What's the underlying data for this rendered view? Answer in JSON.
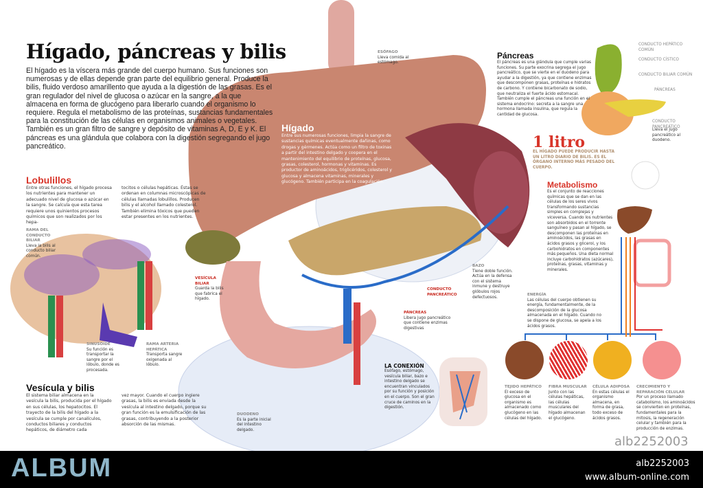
{
  "title": "Hígado, páncreas y bilis",
  "intro": "El hígado es la víscera más grande del cuerpo humano. Sus funciones son numerosas y de ellas depende gran parte del equilibrio general. Produce la bilis, fluido verdoso amarillento que ayuda a la digestión de las grasas. Es el gran regulador del nivel de glucosa o azúcar en la sangre, a la que almacena en forma de glucógeno para liberarlo cuando el organismo lo requiere. Regula el metabolismo de las proteínas, sustancias fundamentales para la constitución de las células en organismos animales o vegetales. También es un gran filtro de sangre y depósito de vitaminas A, D, E y K. El páncreas es una glándula que colabora con la digestión segregando el jugo pancreático.",
  "higado": {
    "title": "Hígado",
    "text": "Entre sus numerosas funciones, limpia la sangre de sustancias químicas eventualmente dañinas, como drogas y gérmenes. Actúa como un filtro de toxinas a partir del intestino delgado y coopera en el mantenimiento del equilibrio de proteínas, glucosa, grasas, colesterol, hormonas y vitaminas. Es productor de aminoácidos, triglicéridos, colesterol y glucosa y almacena vitaminas, minerales y glucógeno. También participa en la coagulación."
  },
  "lobulillos": {
    "title": "Lobulillos",
    "col1": "Entre otras funciones, el hígado procesa los nutrientes para mantener un adecuado nivel de glucosa o azúcar en la sangre. Se calcula que esta tarea requiere unos quinientos procesos químicos que son realizados por los hepa-",
    "col2": "tocitos o células hepáticas. Éstas se ordenan en columnas microscópicas de células llamadas lobulillos. Producen bilis y el alcohol llamado colesterol. También elimina tóxicos que pueden estar presentes en los nutrientes."
  },
  "vesicula_bilis": {
    "title": "Vesícula y bilis",
    "col1": "El sistema biliar almacena en la vesícula la bilis, producida por el hígado en sus células, los hepatocitos. El trayecto de la bilis del hígado a la vesícula se cumple por canalículos, conductos biliares y conductos hepáticos, de diámetro cada",
    "col2": "vez mayor. Cuando el cuerpo ingiere grasas, la bilis es enviada desde la vesícula al intestino delgado, porque su gran función es la emulsificación de las grasas, contribuyendo a la posterior absorción de las mismas."
  },
  "labels": {
    "rama_conducto": {
      "t": "RAMA DEL CONDUCTO BILIAR",
      "d": "Lleva la bilis al conducto biliar común."
    },
    "sinusoide": {
      "t": "SINUSOIDE",
      "d": "Su función es transportar la sangre por el lóbulo, donde es procesada."
    },
    "rama_arteria": {
      "t": "RAMA ARTERIA HEPÁTICA",
      "d": "Transporta sangre oxigenada al lóbulo."
    },
    "vesicula": {
      "t": "VESÍCULA BILIAR",
      "d": "Guarda la bilis que fabrica el hígado."
    },
    "esofago": {
      "t": "ESÓFAGO",
      "d": "Lleva comida al estómago."
    },
    "pancreas": {
      "t": "PÁNCREAS",
      "d": "Libera jugo pancreático que contiene enzimas digestivas"
    },
    "conducto_pancreatico": {
      "t": "CONDUCTO PANCREÁTICO",
      "d": ""
    },
    "bazo": {
      "t": "BAZO",
      "d": "Tiene doble función. Actúa en la defensa con el sistema inmune y destruye glóbulos rojos defectuosos."
    },
    "duodeno": {
      "t": "DUODENO",
      "d": "Es la parte inicial del intestino delgado."
    }
  },
  "conexion": {
    "title": "LA CONEXIÓN",
    "text": "Esófago, estómago, vesícula biliar, bazo e intestino delgado se encuentran vinculados por su función y posición en el cuerpo. Son el gran cruce de caminos en la digestión."
  },
  "pancreas_box": {
    "title": "Páncreas",
    "text": "El páncreas es una glándula que cumple varias funciones. Su parte exocrina segrega el jugo pancreático, que se vierte en el duodeno para ayudar a la digestión, ya que contiene enzimas que descomponen grasas, proteínas e hidratos de carbono. Y contiene bicarbonato de sodio, que neutraliza el fuerte ácido estomacal. También cumple el páncreas una función en el sistema endocrino: secreta a la sangre una hormona llamada insulina, que regula la cantidad de glucosa."
  },
  "inset_labels": [
    "CONDUCTO HEPÁTICO COMÚN",
    "CONDUCTO CÍSTICO",
    "CONDUCTO BILIAR COMÚN",
    "PÁNCREAS",
    "CONDUCTO PANCREÁTICO",
    "Lleva el jugo pancreático al duodeno."
  ],
  "litro": {
    "big": "1 litro",
    "text": "EL HÍGADO PUEDE PRODUCIR HASTA UN LITRO DIARIO DE BILIS. ES EL ÓRGANO INTERNO MÁS PESADO DEL CUERPO."
  },
  "metabolismo": {
    "title": "Metabolismo",
    "text": "Es el conjunto de reacciones químicas que se dan en las células de los seres vivos transformando sustancias simples en complejas y viceversa. Cuando los nutrientes son absorbidos en el torrente sanguíneo y pasan al hígado, se descomponen las proteínas en aminoácidos, las grasas en ácidos grasos y glicerol, y los carbohidratos en componentes más pequeños. Una dieta normal incluye carbohidratos (azúcares), proteínas, grasas, vitaminas y minerales."
  },
  "energia": {
    "title": "ENERGÍA",
    "text": "Las células del cuerpo obtienen su energía, fundamentalmente, de la descomposición de la glucosa almacenada en el hígado. Cuando no se dispone de glucosa, se apela a los ácidos grasos."
  },
  "cells": [
    {
      "t": "TEJIDO HEPÁTICO",
      "d": "El exceso de glucosa en el organismo es almacenado como glucógeno en las células del hígado.",
      "color": "#8a4a2a"
    },
    {
      "t": "FIBRA MUSCULAR",
      "d": "Junto con las células hepáticas, las células musculares del hígado almacenan el glucógeno.",
      "color": "#e03030"
    },
    {
      "t": "CÉLULA ADIPOSA",
      "d": "En estas células el organismo almacena, en forma de grasa, todo exceso de ácidos grasos.",
      "color": "#f0b020"
    },
    {
      "t": "CRECIMIENTO Y REPARACIÓN CELULAR",
      "d": "Por un proceso llamado catabolismo, los aminoácidos se convierten en proteínas, fundamentales para la mitosis, la regeneración celular y también para la producción de enzimas.",
      "color": "#f06070"
    }
  ],
  "watermark_id": "alb2252003",
  "footer": {
    "logo": "ALBUM",
    "id": "alb2252003",
    "url": "www.album-online.com"
  },
  "colors": {
    "accent": "#d8352a",
    "liver": "#c8806a",
    "blue": "#2a6cc8",
    "footer": "#000000"
  }
}
